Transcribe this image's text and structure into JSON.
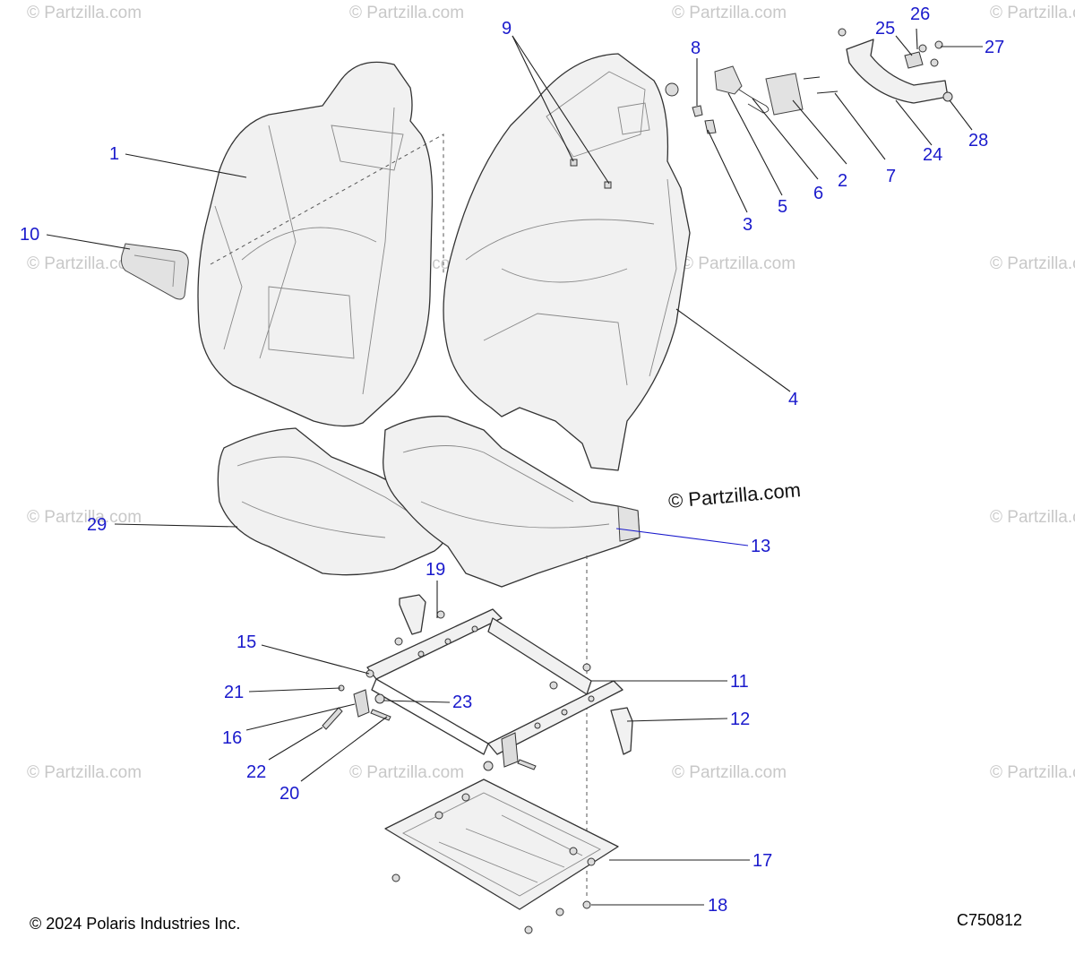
{
  "watermark": "© Partzilla.com",
  "brand_mark": "© Partzilla.com",
  "copyright": "© 2024 Polaris Industries Inc.",
  "diagram_code": "C750812",
  "callouts": [
    "1",
    "2",
    "3",
    "4",
    "5",
    "6",
    "7",
    "8",
    "9",
    "10",
    "11",
    "12",
    "13",
    "15",
    "16",
    "17",
    "18",
    "19",
    "20",
    "21",
    "22",
    "23",
    "24",
    "25",
    "26",
    "27",
    "28",
    "29"
  ],
  "colors": {
    "callout": "#1a1acc",
    "line": "#333333",
    "part_fill": "#f1f1f1"
  }
}
